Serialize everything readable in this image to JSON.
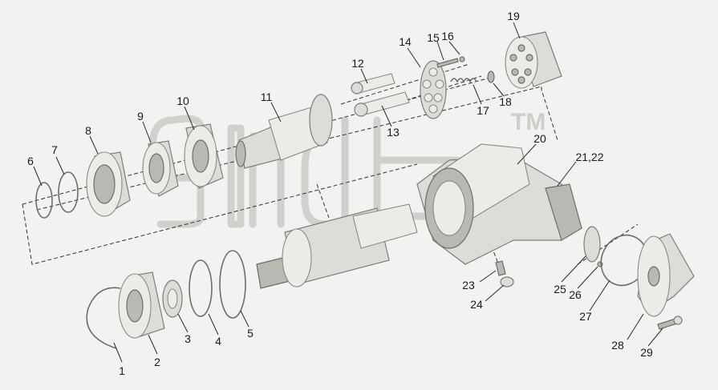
{
  "diagram": {
    "callouts": [
      "1",
      "2",
      "3",
      "4",
      "5",
      "6",
      "7",
      "8",
      "9",
      "10",
      "11",
      "12",
      "13",
      "14",
      "15",
      "16",
      "17",
      "18",
      "19",
      "20",
      "21,22",
      "23",
      "24",
      "25",
      "26",
      "27",
      "28",
      "29"
    ],
    "watermark": {
      "trademark": "TM"
    }
  }
}
